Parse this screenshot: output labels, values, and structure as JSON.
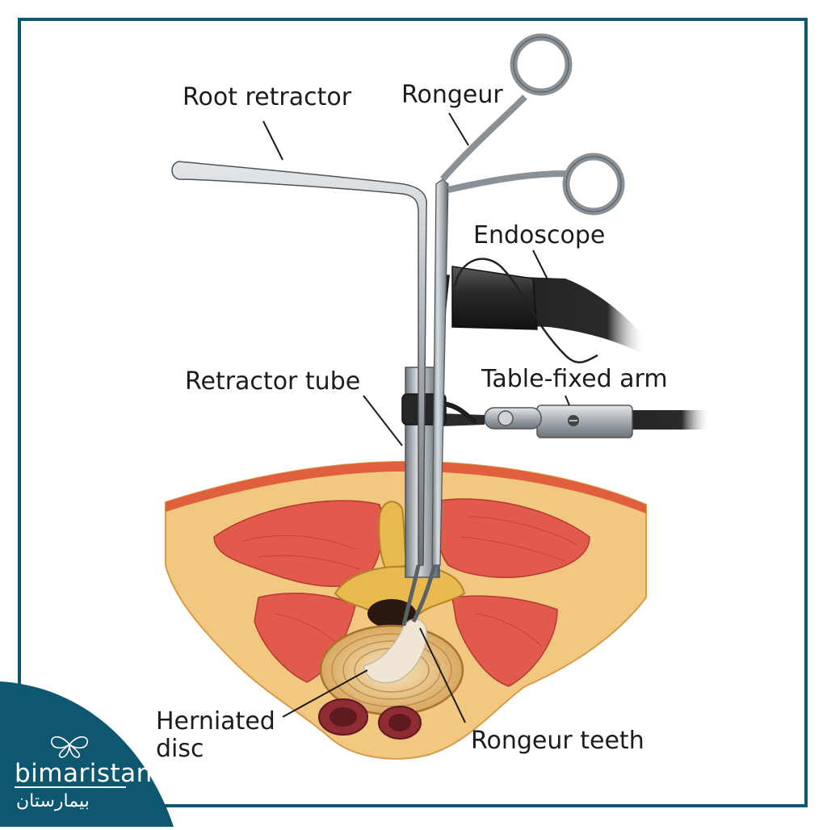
{
  "labels": {
    "root_retractor": "Root retractor",
    "rongeur": "Rongeur",
    "endoscope": "Endoscope",
    "retractor_tube": "Retractor tube",
    "table_fixed_arm": "Table-fixed arm",
    "herniated_disc_line1": "Herniated",
    "herniated_disc_line2": "disc",
    "rongeur_teeth": "Rongeur teeth"
  },
  "brand": {
    "name": "bimaristan",
    "name_arabic": "بيمارستان",
    "icon": "butterfly-icon"
  },
  "colors": {
    "frame": "#0f5770",
    "brand_bg": "#0f5770",
    "muscle": "#e0574a",
    "fat": "#f2c57e",
    "skin": "#de6a3f",
    "bone": "#e6b84f",
    "disc": "#f0dba8",
    "hernia": "#efe6d6",
    "metal": "#9ea4a9",
    "endoscope": "#2b2b2b"
  }
}
